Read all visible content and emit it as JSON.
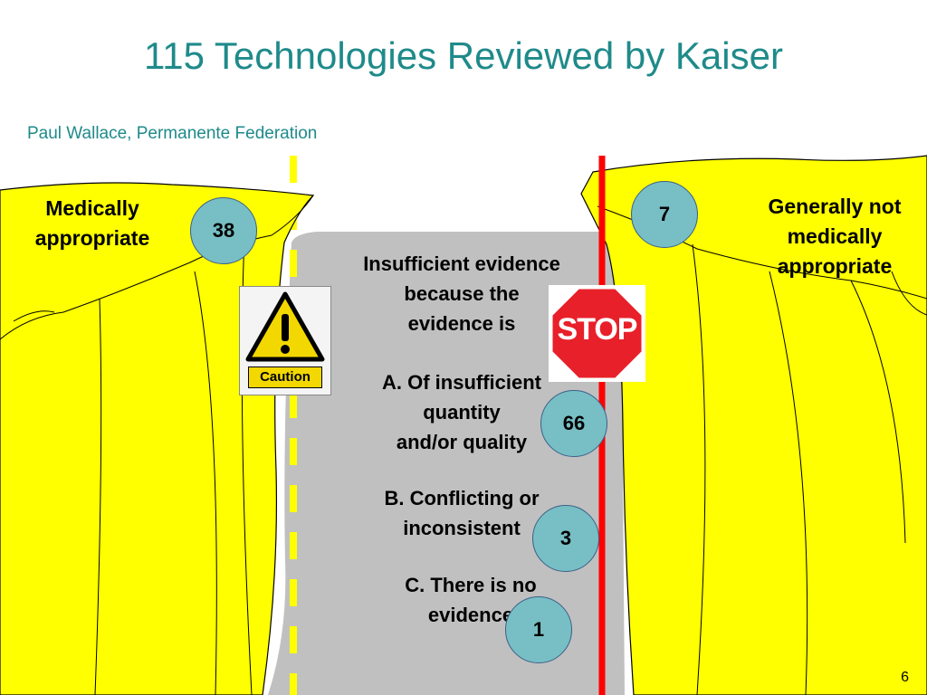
{
  "title": "115 Technologies Reviewed by Kaiser",
  "subtitle": "Paul Wallace, Permanente Federation",
  "left_region": {
    "label_line1": "Medically",
    "label_line2": "appropriate",
    "count": "38"
  },
  "right_region": {
    "label_line1": "Generally not",
    "label_line2": "medically",
    "label_line3": "appropriate",
    "count": "7"
  },
  "middle": {
    "heading_line1": "Insufficient evidence",
    "heading_line2": "because the",
    "heading_line3": "evidence is",
    "item_a_line1": "A. Of insufficient",
    "item_a_line2": "quantity",
    "item_a_line3": "and/or quality",
    "item_a_count": "66",
    "item_b_line1": "B. Conflicting or",
    "item_b_line2": "inconsistent",
    "item_b_count": "3",
    "item_c_line1": "C. There is no",
    "item_c_line2": "evidence",
    "item_c_count": "1"
  },
  "signs": {
    "caution": "Caution",
    "stop": "STOP"
  },
  "page_number": "6",
  "colors": {
    "yellow": "#ffff00",
    "road_gray": "#c0c0c0",
    "badge_teal": "#77bfc4",
    "title_teal": "#1f8a8a",
    "stop_red": "#e8202a",
    "line_red": "#ff0000",
    "dash_yellow": "#ffff00"
  }
}
